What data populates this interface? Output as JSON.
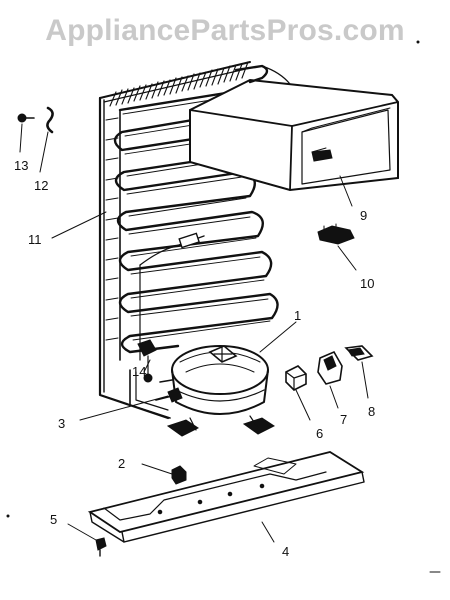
{
  "watermark": "AppliancePartsPros.com",
  "callouts": [
    {
      "id": "13",
      "label": "13"
    },
    {
      "id": "12",
      "label": "12"
    },
    {
      "id": "11",
      "label": "11"
    },
    {
      "id": "9",
      "label": "9"
    },
    {
      "id": "10",
      "label": "10"
    },
    {
      "id": "1",
      "label": "1"
    },
    {
      "id": "14",
      "label": "14"
    },
    {
      "id": "3",
      "label": "3"
    },
    {
      "id": "6",
      "label": "6"
    },
    {
      "id": "7",
      "label": "7"
    },
    {
      "id": "8",
      "label": "8"
    },
    {
      "id": "2",
      "label": "2"
    },
    {
      "id": "5",
      "label": "5"
    },
    {
      "id": "4",
      "label": "4"
    }
  ],
  "colors": {
    "ink": "#111111",
    "watermark": "#c9c9c9",
    "background": "#ffffff"
  }
}
